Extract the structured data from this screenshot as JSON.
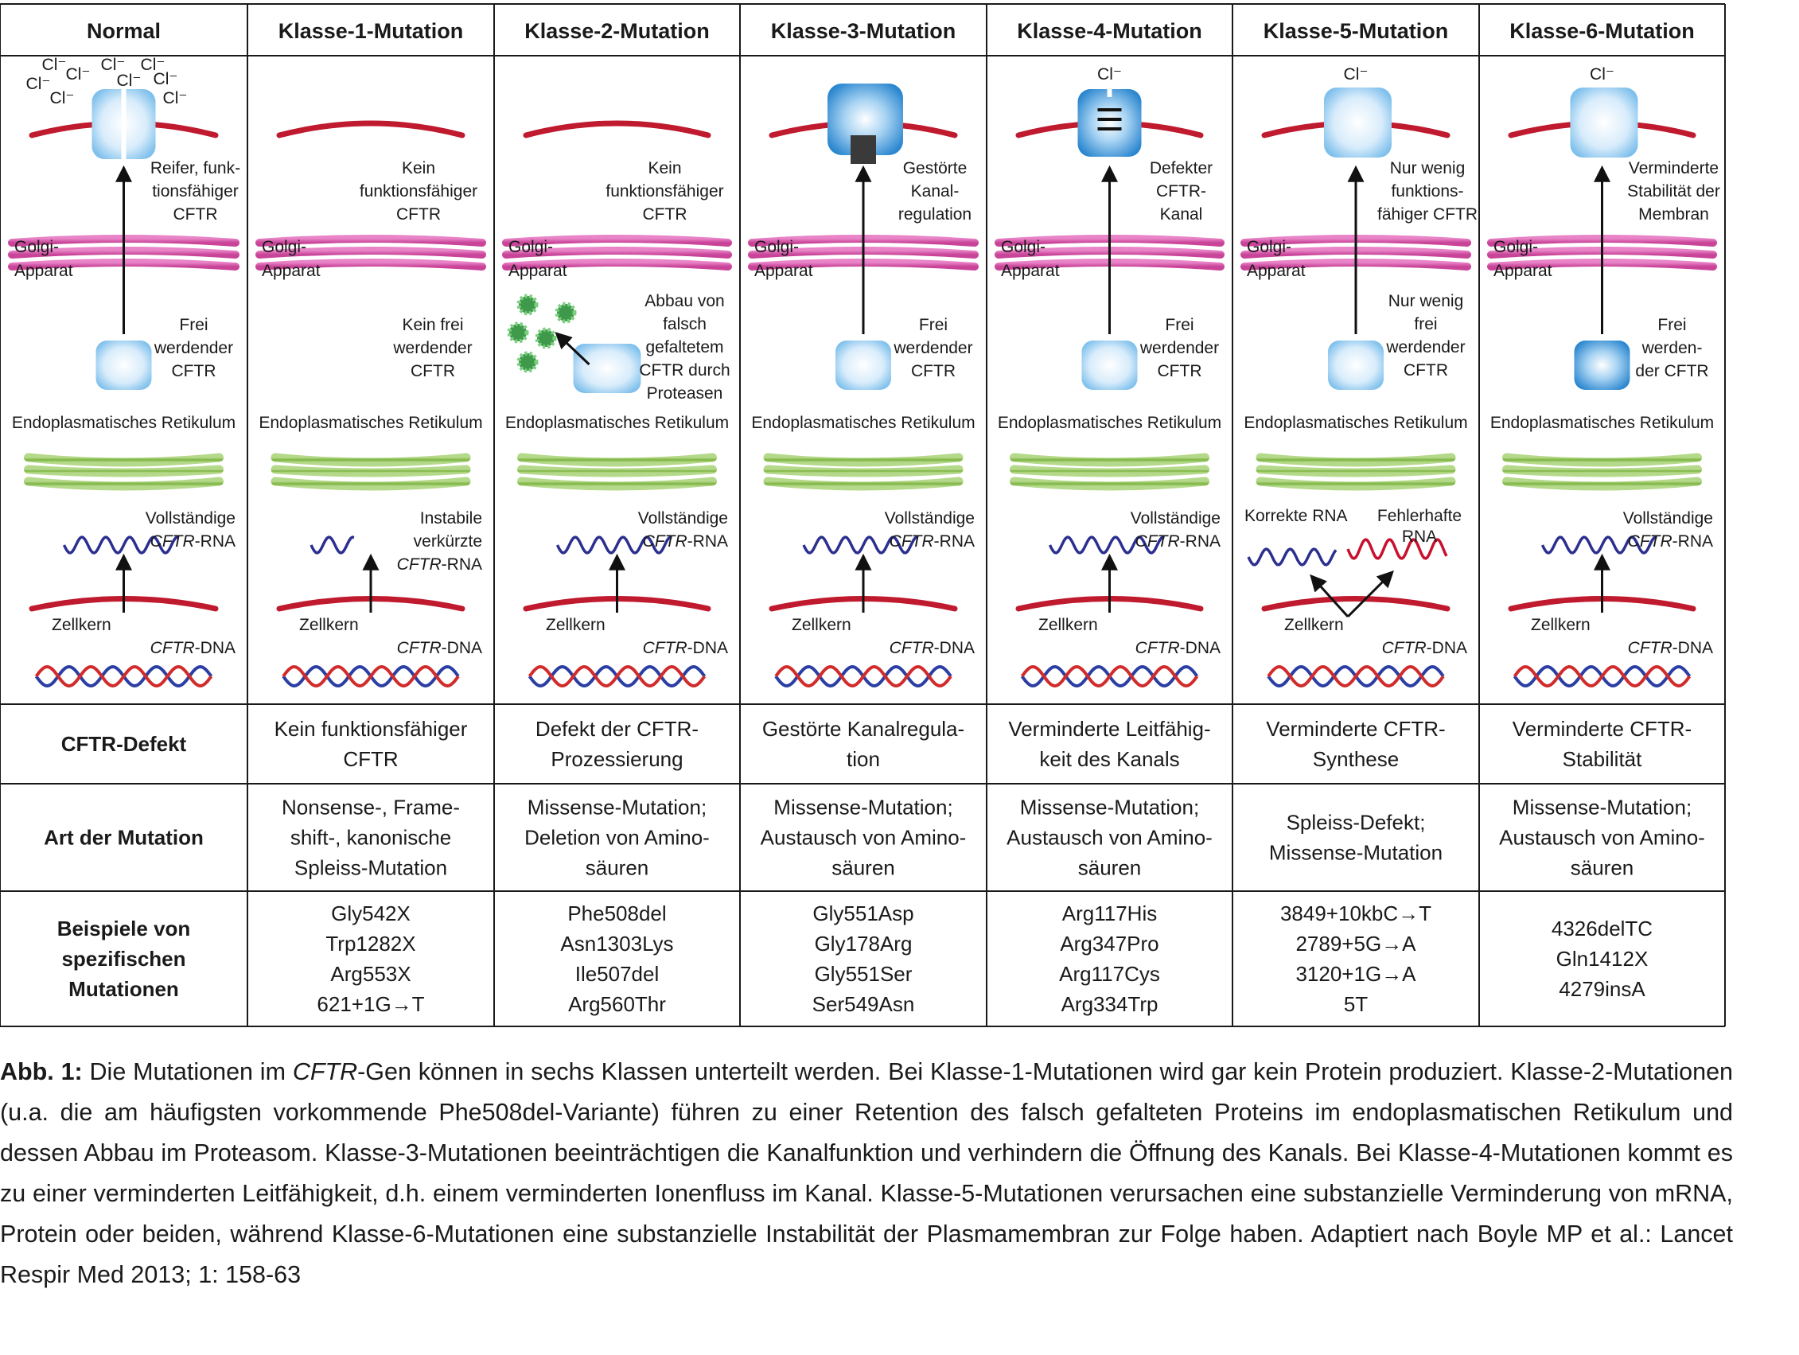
{
  "columns": [
    {
      "header": "Normal",
      "top_note": "Reifer, funk-\ntionsfähiger\nCFTR",
      "cl": "multi",
      "er_note": "Frei\nwerdender\nCFTR",
      "rna_note": "Vollständige\n{i}CFTR{/i}-RNA",
      "rna_len": "full"
    },
    {
      "header": "Klasse-1-Mutation",
      "top_note": "Kein\nfunktionsfähiger\nCFTR",
      "cl": "none",
      "er_note": "Kein frei\nwerdender\nCFTR",
      "rna_note": "Instabile\nverkürzte\n{i}CFTR{/i}-RNA",
      "rna_len": "short"
    },
    {
      "header": "Klasse-2-Mutation",
      "top_note": "Kein\nfunktionsfähiger\nCFTR",
      "cl": "none",
      "er_note": "Abbau von\nfalsch\ngefaltetem\nCFTR durch\nProteasen",
      "rna_note": "Vollständige\n{i}CFTR{/i}-RNA",
      "rna_len": "full"
    },
    {
      "header": "Klasse-3-Mutation",
      "top_note": "Gestörte\nKanal-\nregulation",
      "cl": "none",
      "er_note": "Frei\nwerdender\nCFTR",
      "rna_note": "Vollständige\n{i}CFTR{/i}-RNA",
      "rna_len": "full"
    },
    {
      "header": "Klasse-4-Mutation",
      "top_note": "Defekter\nCFTR-\nKanal",
      "cl": "single",
      "er_note": "Frei\nwerdender\nCFTR",
      "rna_note": "Vollständige\n{i}CFTR{/i}-RNA",
      "rna_len": "full"
    },
    {
      "header": "Klasse-5-Mutation",
      "top_note": "Nur wenig\nfunktions-\nfähiger CFTR",
      "cl": "single",
      "er_note": "Nur wenig\nfrei\nwerdender\nCFTR",
      "rna_note_left": "Korrekte RNA",
      "rna_note_right": "Fehlerhafte\nRNA",
      "rna_len": "split"
    },
    {
      "header": "Klasse-6-Mutation",
      "top_note": "Verminderte\nStabilität der\nMembran",
      "cl": "single",
      "er_note": "Frei\nwerden-\nder CFTR",
      "rna_note": "Vollständige\n{i}CFTR{/i}-RNA",
      "rna_len": "full"
    }
  ],
  "labels": {
    "golgi": "Golgi-\nApparat",
    "er": "Endoplasmatisches Retikulum",
    "nucleus": "Zellkern",
    "dna": "{i}CFTR{/i}-DNA",
    "chloride": "Cl⁻"
  },
  "rows": [
    {
      "header": "CFTR-Defekt",
      "cells": [
        "Kein funktionsfähiger\nCFTR",
        "Defekt der CFTR-\nProzessierung",
        "Gestörte Kanalregula-\ntion",
        "Verminderte Leitfähig-\nkeit des Kanals",
        "Verminderte CFTR-\nSynthese",
        "Verminderte CFTR-\nStabilität"
      ]
    },
    {
      "header": "Art der Mutation",
      "cells": [
        "Nonsense-, Frame-\nshift-, kanonische\nSpleiss-Mutation",
        "Missense-Mutation;\nDeletion von Amino-\nsäuren",
        "Missense-Mutation;\nAustausch von Amino-\nsäuren",
        "Missense-Mutation;\nAustausch von Amino-\nsäuren",
        "Spleiss-Defekt;\nMissense-Mutation",
        "Missense-Mutation;\nAustausch von Amino-\nsäuren"
      ]
    },
    {
      "header": "Beispiele von\nspezifischen\nMutationen",
      "cells": [
        "Gly542X\nTrp1282X\nArg553X\n621+1G→T",
        "Phe508del\nAsn1303Lys\nIle507del\nArg560Thr",
        "Gly551Asp\nGly178Arg\nGly551Ser\nSer549Asn",
        "Arg117His\nArg347Pro\nArg117Cys\nArg334Trp",
        "3849+10kbC→T\n2789+5G→A\n3120+1G→A\n5T",
        "4326delTC\nGln1412X\n4279insA"
      ]
    }
  ],
  "caption": {
    "label": "Abb. 1:",
    "text_1": " Die Mutationen im ",
    "italic_1": "CFTR",
    "text_2": "-Gen können in sechs Klassen unterteilt werden. Bei Klasse-1-Mutationen wird gar kein Protein produziert. Klasse-2-Mutationen (u.a. die am häufigsten vorkommende Phe508del-Variante) führen zu einer Retention des falsch gefalteten Proteins im endoplasmatischen Retikulum und dessen Abbau im Proteasom. Klasse-3-Mutationen beeinträchtigen die Kanalfunktion und verhindern die Öffnung des Kanals. Bei Klasse-4-Mutationen kommt es zu einer verminderten Leitfähigkeit, d.h. einem verminderten Ionenfluss im Kanal. Klasse-5-Mutationen verursachen eine substanzielle Verminderung von mRNA, Protein oder beiden, während Klasse-6-Mutationen eine substanzielle Instabilität der Plasmamembran zur Folge haben. Adaptiert nach Boyle MP et al.: Lancet Respir Med 2013; 1: 158-63"
  },
  "colors": {
    "membrane": "#c01a2e",
    "golgi": "#d94fa8",
    "er": "#7cb342",
    "protein_light": "#d6ecfb",
    "protein_dark": "#4aa3df",
    "rna_blue": "#2b2f8f",
    "rna_red": "#c8102e",
    "proteasome": "#3e9a4a",
    "grid": "#1a1a1a"
  }
}
